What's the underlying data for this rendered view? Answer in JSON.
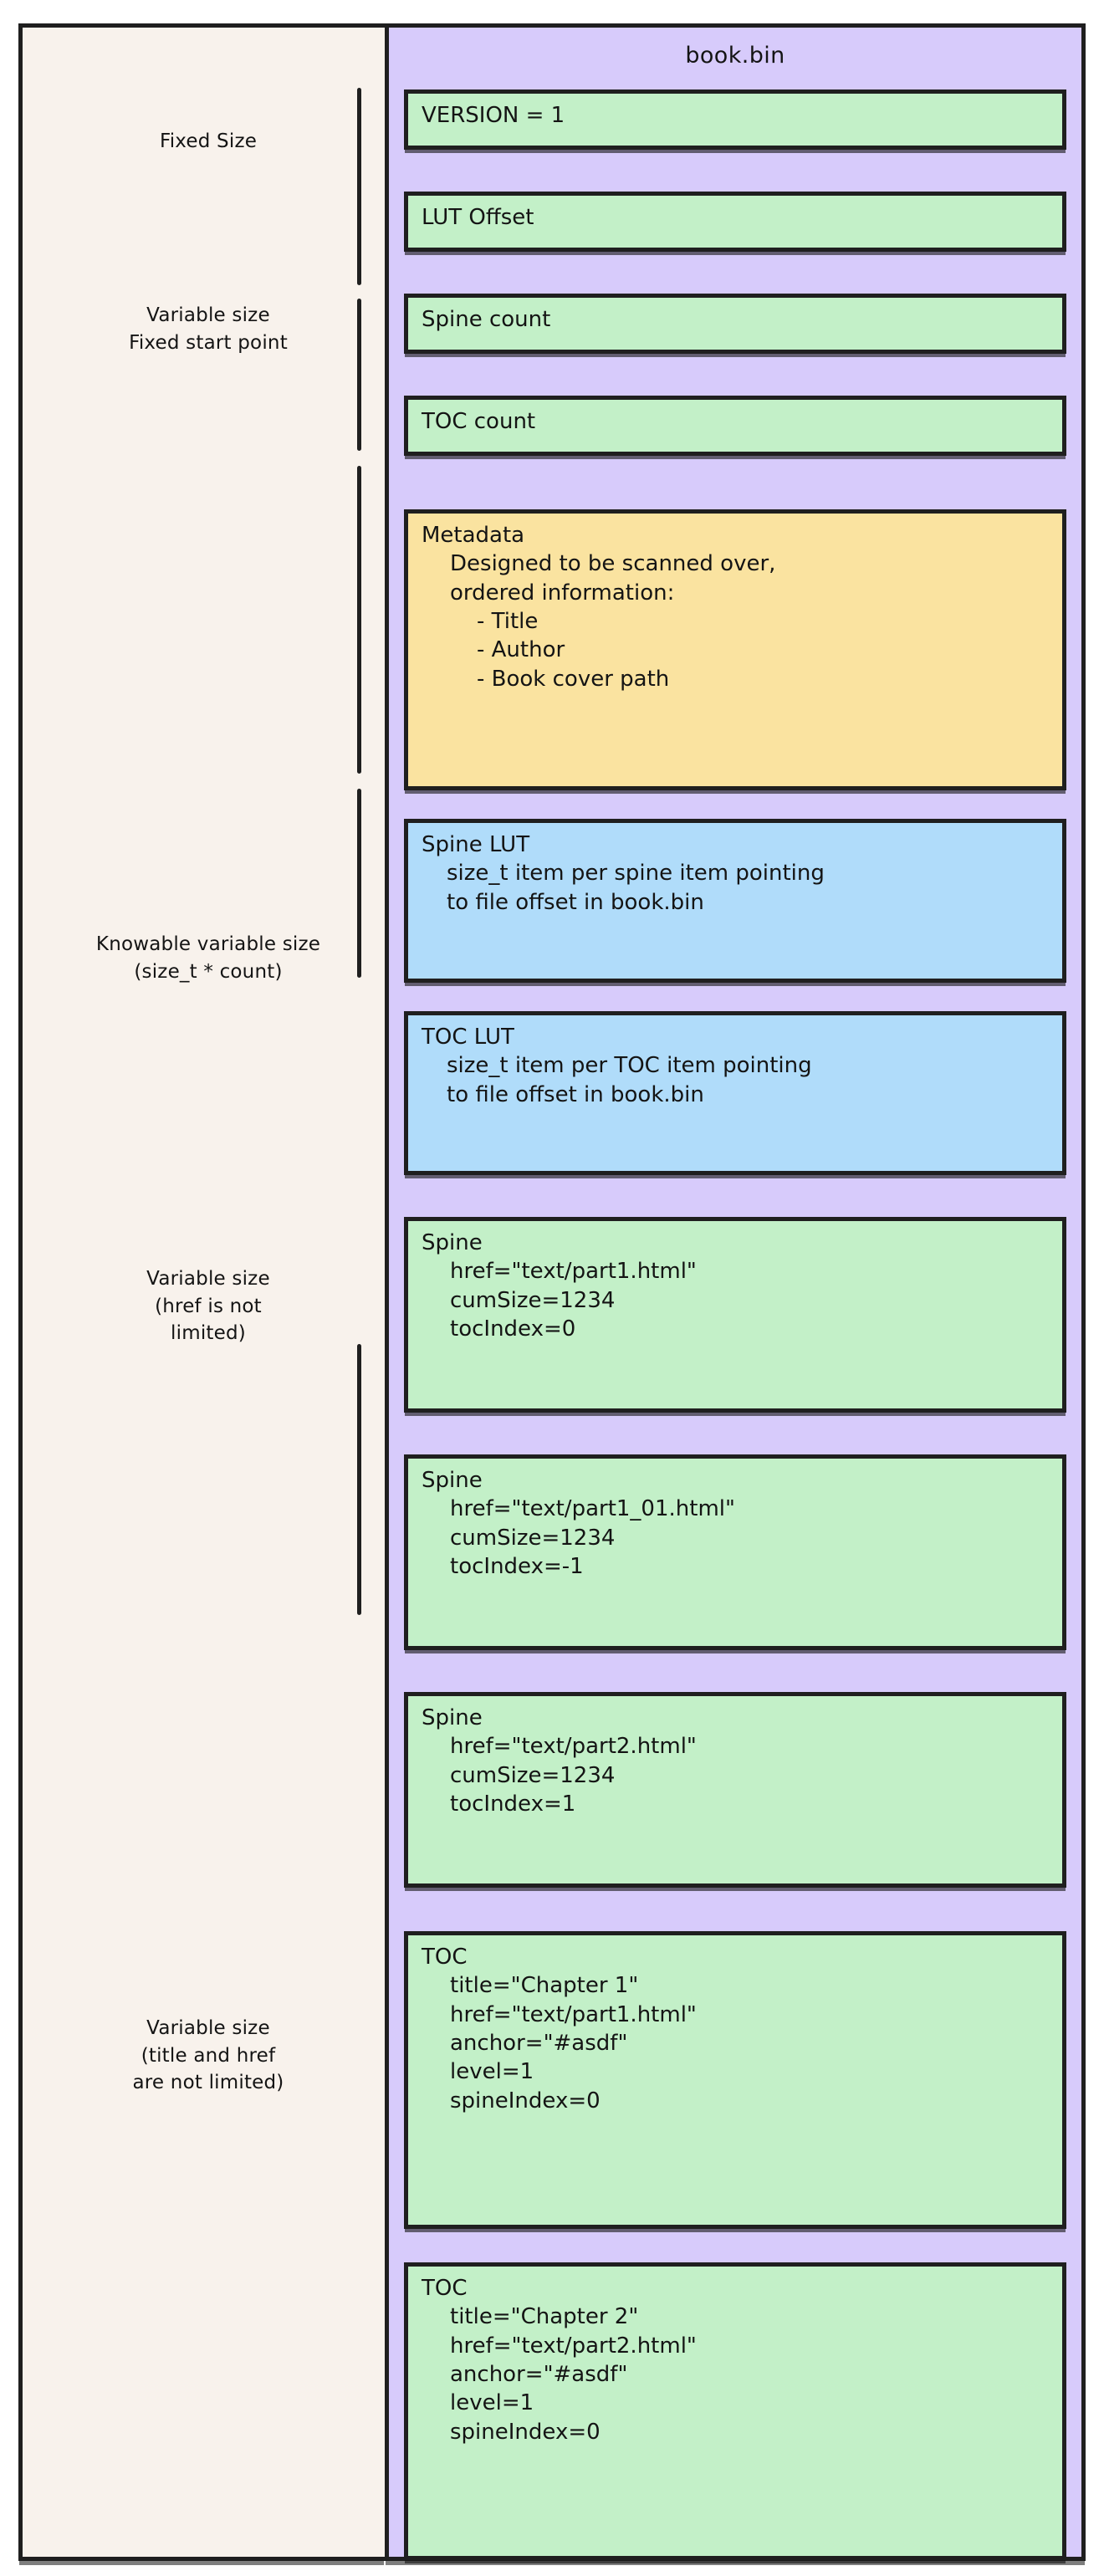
{
  "file": {
    "title": "book.bin",
    "panel_color": "#d7cbfb",
    "left_panel_color": "#f8f2ec",
    "stroke_color": "#1f1f1f"
  },
  "groups": [
    {
      "id": "fixed-size",
      "label": "Fixed Size"
    },
    {
      "id": "variable-fixed-start",
      "label": "Variable size\nFixed start point"
    },
    {
      "id": "knowable-variable",
      "label": "Knowable variable size\n(size_t * count)"
    },
    {
      "id": "variable-href",
      "label": "Variable size\n(href is not\nlimited)"
    },
    {
      "id": "variable-title-href",
      "label": "Variable size\n(title and href\nare not limited)"
    }
  ],
  "blocks": [
    {
      "id": "version",
      "color": "#c3f0c8",
      "head": "VERSION = 1",
      "body": ""
    },
    {
      "id": "lut-offset",
      "color": "#c3f0c8",
      "head": "LUT Offset",
      "body": ""
    },
    {
      "id": "spine-count",
      "color": "#c3f0c8",
      "head": "Spine count",
      "body": ""
    },
    {
      "id": "toc-count",
      "color": "#c3f0c8",
      "head": "TOC count",
      "body": ""
    },
    {
      "id": "metadata",
      "color": "#fae3a0",
      "head": "Metadata",
      "body": "Designed to be scanned over,\nordered information:",
      "list": "- Title\n- Author\n- Book cover path"
    },
    {
      "id": "spine-lut",
      "color": "#b0dcfa",
      "head": "Spine LUT",
      "body": "size_t item per spine item pointing\nto file offset in book.bin"
    },
    {
      "id": "toc-lut",
      "color": "#b0dcfa",
      "head": "TOC LUT",
      "body": "size_t item per TOC item pointing\nto file offset in book.bin"
    },
    {
      "id": "spine-1",
      "color": "#c3f0c8",
      "head": "Spine",
      "body": "href=\"text/part1.html\"\ncumSize=1234\ntocIndex=0"
    },
    {
      "id": "spine-2",
      "color": "#c3f0c8",
      "head": "Spine",
      "body": "href=\"text/part1_01.html\"\ncumSize=1234\ntocIndex=-1"
    },
    {
      "id": "spine-3",
      "color": "#c3f0c8",
      "head": "Spine",
      "body": "href=\"text/part2.html\"\ncumSize=1234\ntocIndex=1"
    },
    {
      "id": "toc-1",
      "color": "#c3f0c8",
      "head": "TOC",
      "body": "title=\"Chapter 1\"\nhref=\"text/part1.html\"\nanchor=\"#asdf\"\nlevel=1\nspineIndex=0"
    },
    {
      "id": "toc-2",
      "color": "#c3f0c8",
      "head": "TOC",
      "body": "title=\"Chapter 2\"\nhref=\"text/part2.html\"\nanchor=\"#asdf\"\nlevel=1\nspineIndex=0"
    }
  ]
}
